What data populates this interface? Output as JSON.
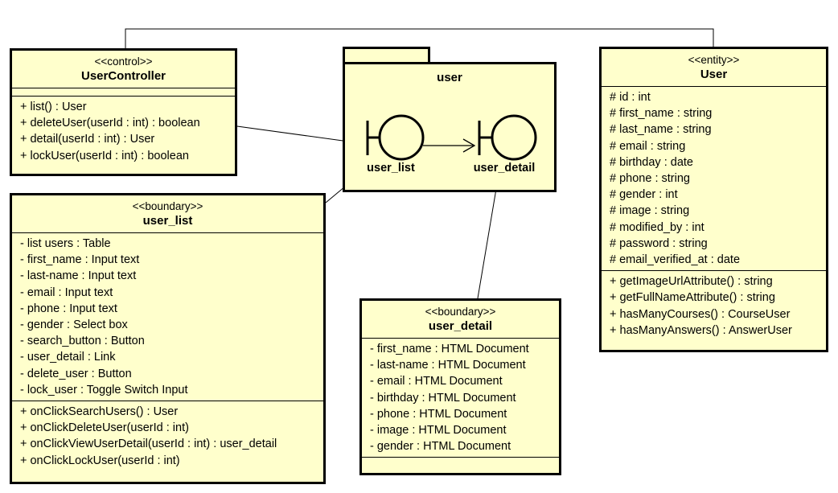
{
  "colors": {
    "fill": "#ffffcc",
    "stroke": "#000000"
  },
  "package": {
    "name": "user",
    "boundaries": [
      {
        "label": "user_list",
        "icon": "boundary-icon"
      },
      {
        "label": "user_detail",
        "icon": "boundary-icon"
      }
    ]
  },
  "classes": {
    "user_controller": {
      "stereotype": "<<control>>",
      "name": "UserController",
      "attributes": [],
      "operations": [
        "+ list() : User",
        "+ deleteUser(userId : int) : boolean",
        "+ detail(userId : int) : User",
        "+ lockUser(userId : int) : boolean"
      ]
    },
    "user_entity": {
      "stereotype": "<<entity>>",
      "name": "User",
      "attributes": [
        "# id : int",
        "# first_name : string",
        "# last_name : string",
        "# email : string",
        "# birthday : date",
        "# phone : string",
        "# gender : int",
        "# image : string",
        "# modified_by : int",
        "# password : string",
        "# email_verified_at : date"
      ],
      "operations": [
        "+ getImageUrlAttribute() : string",
        "+ getFullNameAttribute() : string",
        "+ hasManyCourses() : CourseUser",
        "+ hasManyAnswers() : AnswerUser"
      ]
    },
    "user_list": {
      "stereotype": "<<boundary>>",
      "name": "user_list",
      "attributes": [
        "- list users : Table",
        "- first_name : Input text",
        "- last-name : Input text",
        "- email : Input text",
        "- phone : Input text",
        "- gender : Select box",
        "- search_button : Button",
        "- user_detail : Link",
        "- delete_user : Button",
        "- lock_user : Toggle Switch Input"
      ],
      "operations": [
        "+ onClickSearchUsers() : User",
        "+ onClickDeleteUser(userId : int)",
        "+ onClickViewUserDetail(userId : int) : user_detail",
        "+ onClickLockUser(userId : int)"
      ]
    },
    "user_detail": {
      "stereotype": "<<boundary>>",
      "name": "user_detail",
      "attributes": [
        "- first_name : HTML Document",
        "- last-name : HTML Document",
        "- email : HTML Document",
        "- birthday : HTML Document",
        "- phone : HTML Document",
        "- image : HTML Document",
        "- gender : HTML Document"
      ],
      "operations": []
    }
  }
}
